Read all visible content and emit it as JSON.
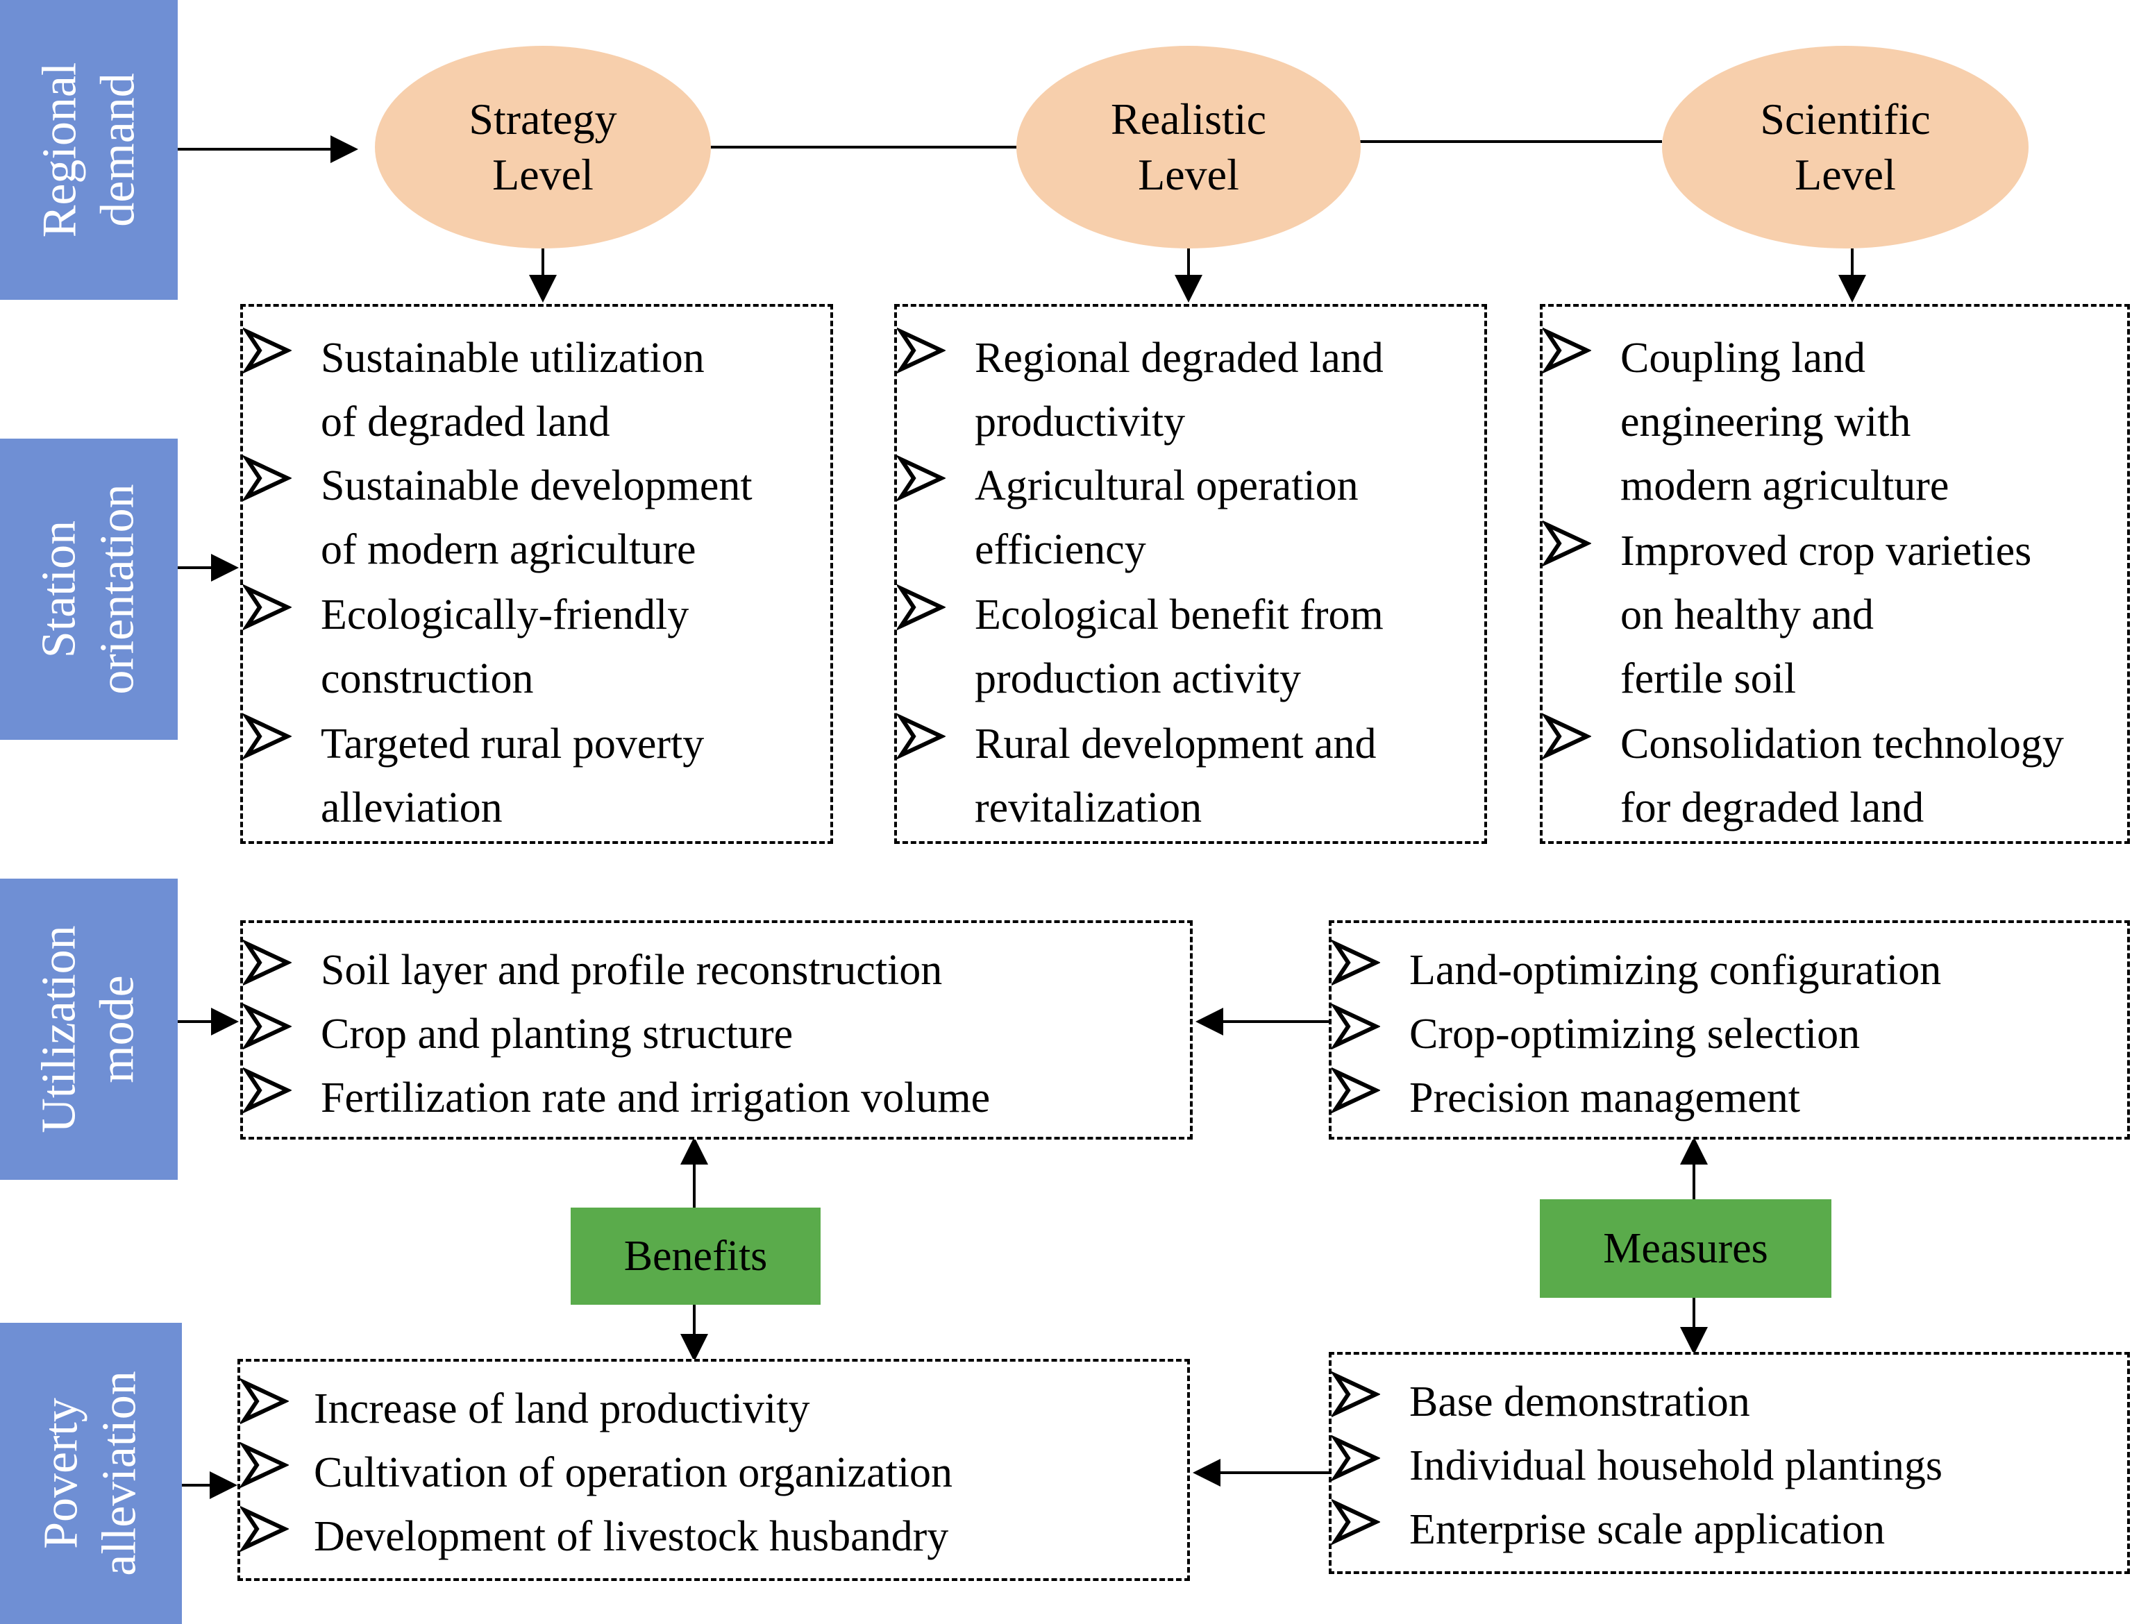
{
  "sidebar": {
    "regional_demand": [
      "Regional",
      "demand"
    ],
    "station_orientation": [
      "Station",
      "orientation"
    ],
    "utilization_mode": [
      "Utilization",
      "mode"
    ],
    "poverty_alleviation": [
      "Poverty",
      "alleviation"
    ]
  },
  "levels": [
    {
      "line1": "Strategy",
      "line2": "Level"
    },
    {
      "line1": "Realistic",
      "line2": "Level"
    },
    {
      "line1": "Scientific",
      "line2": "Level"
    }
  ],
  "orientation_boxes": [
    {
      "items": [
        "Sustainable utilization\nof degraded land",
        "Sustainable development\nof modern agriculture",
        "Ecologically-friendly\nconstruction",
        "Targeted rural poverty\nalleviation"
      ]
    },
    {
      "items": [
        "Regional degraded land\nproductivity",
        "Agricultural operation\nefficiency",
        "Ecological benefit from\nproduction activity",
        "Rural development and\nrevitalization"
      ]
    },
    {
      "items": [
        "Coupling land\nengineering with\nmodern agriculture",
        "Improved crop varieties\non healthy and\nfertile soil",
        "Consolidation technology\nfor degraded land"
      ]
    }
  ],
  "utilization_box": {
    "items": [
      "Soil layer and profile reconstruction",
      "Crop and planting structure",
      "Fertilization rate and irrigation volume"
    ]
  },
  "measures_box": {
    "items": [
      "Land-optimizing configuration",
      "Crop-optimizing selection",
      "Precision management"
    ]
  },
  "poverty_box": {
    "items": [
      "Increase of land productivity",
      "Cultivation of operation organization",
      "Development of livestock husbandry"
    ]
  },
  "implementation_box": {
    "items": [
      "Base demonstration",
      "Individual household plantings",
      "Enterprise scale application"
    ]
  },
  "benefits_label": "Benefits",
  "measures_label": "Measures",
  "colors": {
    "sidebar": "#6f8fd4",
    "ellipse": "#f7cfac",
    "green": "#5aab4b"
  },
  "bullet_icon": "arrowhead-bullet-icon"
}
